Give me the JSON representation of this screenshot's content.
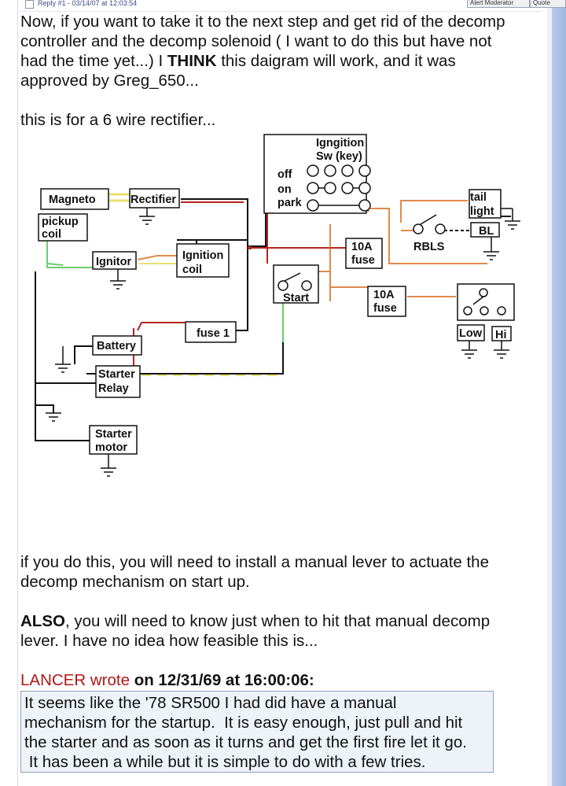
{
  "header": {
    "reply_text": "Reply #1 - 03/14/07 at 12:03:54",
    "alert_label": "Alert Moderator",
    "quote_label": "Quote"
  },
  "post": {
    "p1_lines": [
      "Now, if you want to take it to the next step and get rid of the decomp",
      "controller and the decomp solenoid ( I want to do this but have not",
      "had the time yet...) I ",
      "THINK",
      " this daigram will work, and it was",
      "approved by Greg_650..."
    ],
    "p2": "this is for a 6 wire rectifier...",
    "p3_line1": "if you do this, you will need to install a manual lever to actuate the",
    "p3_line2": "decomp mechanism on start up.",
    "p4_bold": "ALSO",
    "p4_line1_rest": ", you will need to know just when to hit that manual decomp",
    "p4_line2": "lever.  I have no idea how feasible this is..."
  },
  "diagram": {
    "ignition_switch_title_1": "Igngition",
    "ignition_switch_title_2": "Sw (key)",
    "switch_positions": [
      "off",
      "on",
      "park"
    ],
    "magneto": "Magneto",
    "rectifier": "Rectifier",
    "pickup_coil_1": "pickup",
    "pickup_coil_2": "coil",
    "ignitor": "Ignitor",
    "ignition_coil_1": "Ignition",
    "ignition_coil_2": "coil",
    "fuse_10a_1_line1": "10A",
    "fuse_10a_1_line2": "fuse",
    "fuse_10a_2_line1": "10A",
    "fuse_10a_2_line2": "fuse",
    "start": "Start",
    "fuse1": "fuse 1",
    "battery": "Battery",
    "starter_relay_1": "Starter",
    "starter_relay_2": "Relay",
    "starter_motor_1": "Starter",
    "starter_motor_2": "motor",
    "tail_light_1": "tail",
    "tail_light_2": "light",
    "bl": "BL",
    "rbls": "RBLS",
    "low": "Low",
    "hi": "Hi"
  },
  "quote": {
    "author": "LANCER wrote",
    "date": " on 12/31/69 at 16:00:06:",
    "lines": [
      "It seems like the '78 SR500 I had did have a manual",
      "mechanism for the startup.  It is easy enough, just pull and hit",
      "the starter and as soon as it turns and get the first fire let it go.",
      " It has been a while but it is simple to do with a few tries."
    ]
  },
  "colors": {
    "quote_author": "#b01818",
    "quote_bg": "#eef3f8",
    "wire_black": "#111111",
    "wire_red": "#b5261e",
    "wire_orange": "#e08a4a",
    "wire_yellow": "#e8e070",
    "wire_green": "#6ccc6c"
  }
}
